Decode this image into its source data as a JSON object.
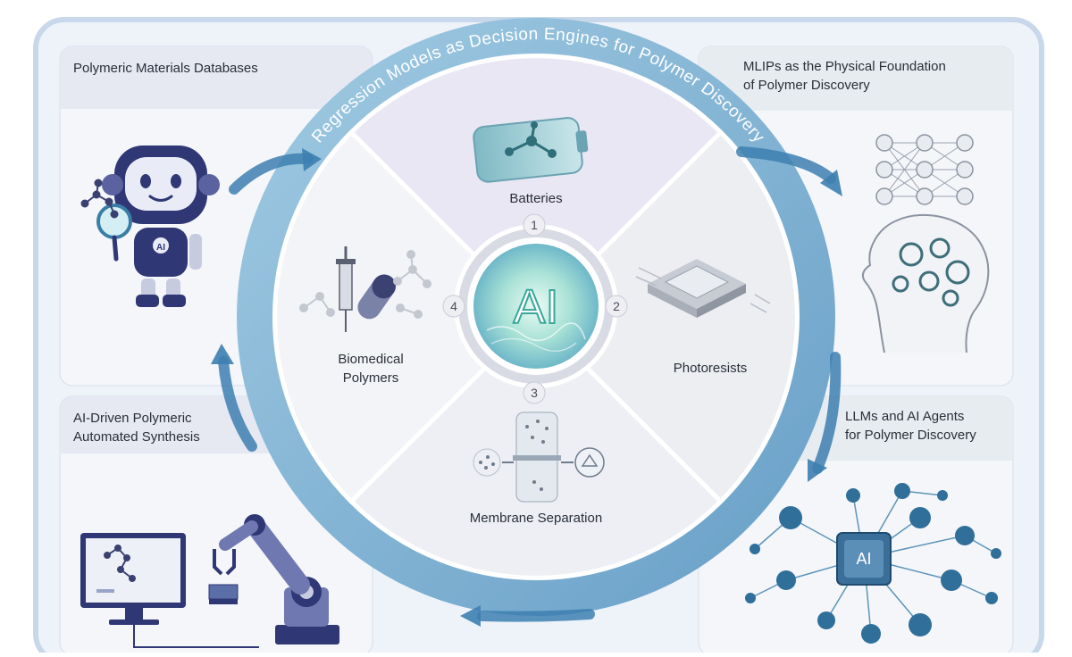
{
  "title": "Regression Models as Decision Engines for Polymer Discovery",
  "center_label": "AI",
  "panels": {
    "top_left": "Polymeric Materials Databases",
    "top_right_line1": "MLIPs as the Physical Foundation",
    "top_right_line2": "of Polymer Discovery",
    "bottom_left_line1": "AI-Driven Polymeric",
    "bottom_left_line2": "Automated Synthesis",
    "bottom_right_line1": "LLMs and AI Agents",
    "bottom_right_line2": "for Polymer Discovery"
  },
  "segments": {
    "top": "Batteries",
    "right": "Photoresists",
    "bottom": "Membrane Separation",
    "left_line1": "Biomedical",
    "left_line2": "Polymers"
  },
  "numbers": {
    "n1": "1",
    "n2": "2",
    "n3": "3",
    "n4": "4"
  },
  "agent_chip_label": "AI",
  "robot_badge_label": "AI",
  "colors": {
    "panel_header": "#e6e8f2",
    "panel_body": "#f4f6fa",
    "ring": "#6fa8cc",
    "arrow": "#3d7fb0",
    "robot_navy": "#2f3774",
    "network_blue": "#2f6f9a"
  }
}
